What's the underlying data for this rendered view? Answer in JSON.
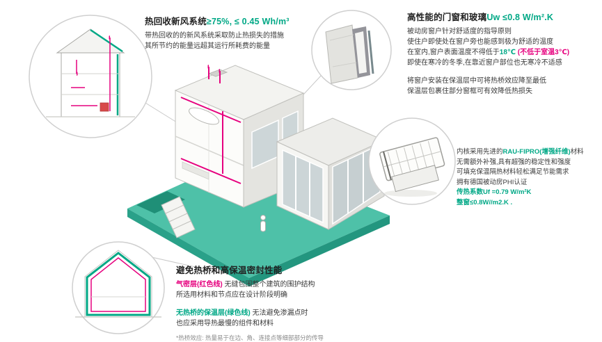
{
  "page": {
    "background": "#ffffff"
  },
  "colors": {
    "accent_green": "#00a886",
    "accent_pink": "#e6007e",
    "ground_teal": "#4ec1a8",
    "ground_edge_teal": "#2aa189"
  },
  "callouts": {
    "ventilation": {
      "title": "热回收新风系统",
      "title_value": "≥75%, ≤ 0.45 Wh/m³",
      "line1": "带热回收的的新风系统采取防止热损失的措施",
      "line2": "其所节约的能量远超其运行所耗费的能量"
    },
    "windows": {
      "title": "高性能的门窗和玻璃",
      "title_value": "Uw ≤0.8 W/m².K",
      "line1": "被动房窗户针对舒适度的指导原则",
      "line2": "使住户即使处在窗户旁也能感到极为舒适的温度",
      "line3a": "在室内,窗户表面温度不得低于",
      "line3b": "18℃",
      "line3c": " (不低于室温3℃)",
      "line4": "即使在寒冷的冬季,在靠近窗户部位也无寒冷不适感",
      "line5": "将窗户安装在保温层中可将热桥效应降至最低",
      "line6": "保温层包裹住部分窗框可有效降低热损失"
    },
    "profile": {
      "line1a": "内核采用先进的",
      "line1b": "RAU-FIPRO(增强纤维)",
      "line1c": "材料",
      "line2": "无需额外补强,具有超强的稳定性和强度",
      "line3": "可填充保温隔热材料轻松满足节能需求",
      "line4": "拥有德国被动房PHI认证",
      "line5": "传热系数Uf =0.79 W/m²K",
      "line6": "整窗≤0.8W//m2.K ."
    },
    "thermal": {
      "title": "避免热桥和高保温密封性能",
      "line1a": "气密层(红色线)",
      "line1b": " 无缝包围整个建筑的围护结构",
      "line2": "所选用材料和节点应在设计阶段明确",
      "line3a": "无热桥的保温层(绿色线)",
      "line3b": " 无法避免渗漏点时",
      "line4": "也应采用导热最慢的组件和材料",
      "note": "*热桥效应: 热量易于在边、角、连接点等细部部分的传导"
    }
  }
}
